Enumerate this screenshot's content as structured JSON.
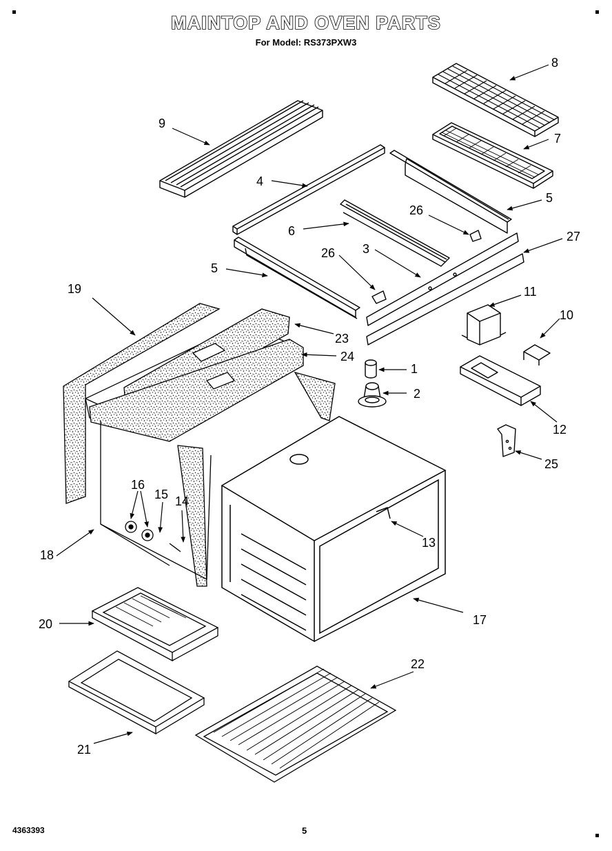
{
  "header": {
    "title": "MAINTOP AND OVEN PARTS",
    "subtitle": "For Model: RS373PXW3"
  },
  "callouts": {
    "c1": "1",
    "c2": "2",
    "c3": "3",
    "c4": "4",
    "c5a": "5",
    "c5b": "5",
    "c6": "6",
    "c7": "7",
    "c8": "8",
    "c9": "9",
    "c10": "10",
    "c11": "11",
    "c12": "12",
    "c13": "13",
    "c14": "14",
    "c15": "15",
    "c16": "16",
    "c17": "17",
    "c18": "18",
    "c19": "19",
    "c20": "20",
    "c21": "21",
    "c22": "22",
    "c23": "23",
    "c24": "24",
    "c25": "25",
    "c26a": "26",
    "c26b": "26",
    "c27": "27"
  },
  "footer": {
    "doc_number": "4363393",
    "page_number": "5"
  }
}
